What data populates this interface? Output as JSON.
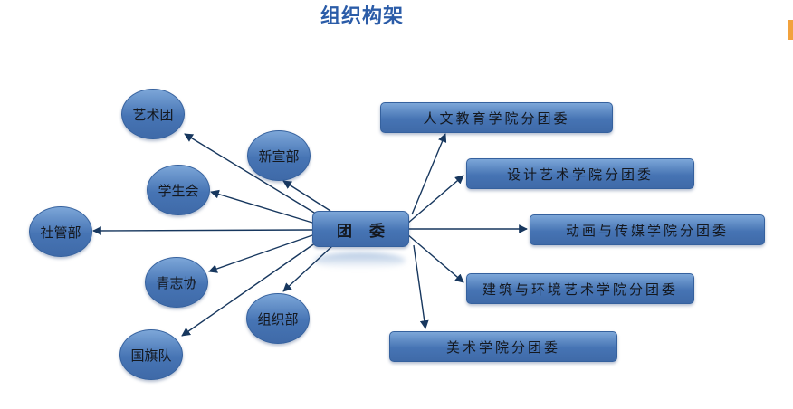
{
  "slide": {
    "title": "组织构架"
  },
  "colors": {
    "title": "#2B5CA8",
    "shape_fill_top": "#7CA6D8",
    "shape_fill_bottom": "#4674B4",
    "shape_border": "#35619E",
    "arrow": "#17375E",
    "shape_text": "#14181F",
    "edge_mark": "#F2A23C"
  },
  "diagram": {
    "center_node": {
      "label": "团    委"
    },
    "left_nodes": [
      {
        "label": "艺术团"
      },
      {
        "label": "新宣部"
      },
      {
        "label": "学生会"
      },
      {
        "label": "社管部"
      },
      {
        "label": "青志协"
      },
      {
        "label": "组织部"
      },
      {
        "label": "国旗队"
      }
    ],
    "right_nodes": [
      {
        "label": "人文教育学院分团委"
      },
      {
        "label": "设计艺术学院分团委"
      },
      {
        "label": "动画与传媒学院分团委"
      },
      {
        "label": "建筑与环境艺术学院分团委"
      },
      {
        "label": "美术学院分团委"
      }
    ]
  }
}
